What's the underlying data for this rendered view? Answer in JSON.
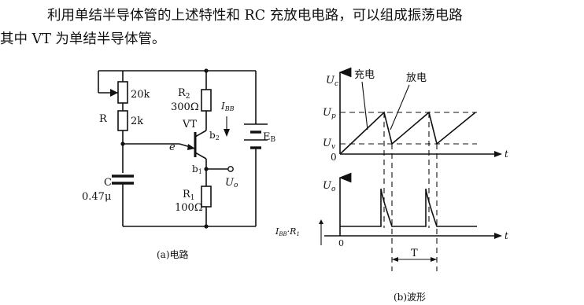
{
  "text": {
    "line1": "利用单结半导体管的上述特性和 RC 充放电电路，可以组成振荡电路",
    "line2": "其中 VT 为单结半导体管。"
  },
  "circuit": {
    "pot_value": "20k",
    "r_label": "R",
    "r_fixed_value": "2k",
    "r2_label": "R",
    "r2_sub": "2",
    "r2_value": "300Ω",
    "vt_label": "VT",
    "ibb_label": "I",
    "ibb_sub": "BB",
    "b2_label": "b",
    "b2_sub": "2",
    "eb_label": "E",
    "eb_sub": "B",
    "e_label": "e",
    "b1_label": "b",
    "b1_sub": "1",
    "uo_label": "U",
    "uo_sub": "o",
    "c_label": "C",
    "c_value": "0.47μ",
    "r1_label": "R",
    "r1_sub": "1",
    "r1_value": "100Ω",
    "caption": "(a)电路"
  },
  "waveform": {
    "uc_label": "U",
    "uc_sub": "c",
    "charge_label": "充电",
    "discharge_label": "放电",
    "up_label": "U",
    "up_sub": "p",
    "uv_label": "U",
    "uv_sub": "v",
    "origin_label": "0",
    "t_label_top": "t",
    "uo_label": "U",
    "uo_sub": "o",
    "ibb_r1_label": "I",
    "ibb_r1_sub": "BB",
    "ibb_r1_rest": "·R",
    "ibb_r1_rest_sub": "1",
    "origin_label_bottom": "0",
    "t_label_bottom": "t",
    "period_label": "T",
    "caption": "(b)波形"
  }
}
